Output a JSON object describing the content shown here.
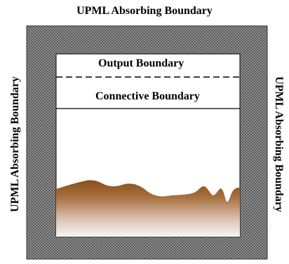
{
  "labels": {
    "top": "UPML Absorbing Boundary",
    "left": "UPML Absorbing Boundary",
    "right": "UPML Absorbing Boundary",
    "output": "Output Boundary",
    "connective": "Connective Boundary"
  },
  "colors": {
    "upml_fill": "#4a4a4a",
    "upml_hatch": "#9a9a9a",
    "terrain_top": "#8a4e1c",
    "terrain_bottom": "#f5f3f2",
    "line": "#000000"
  }
}
